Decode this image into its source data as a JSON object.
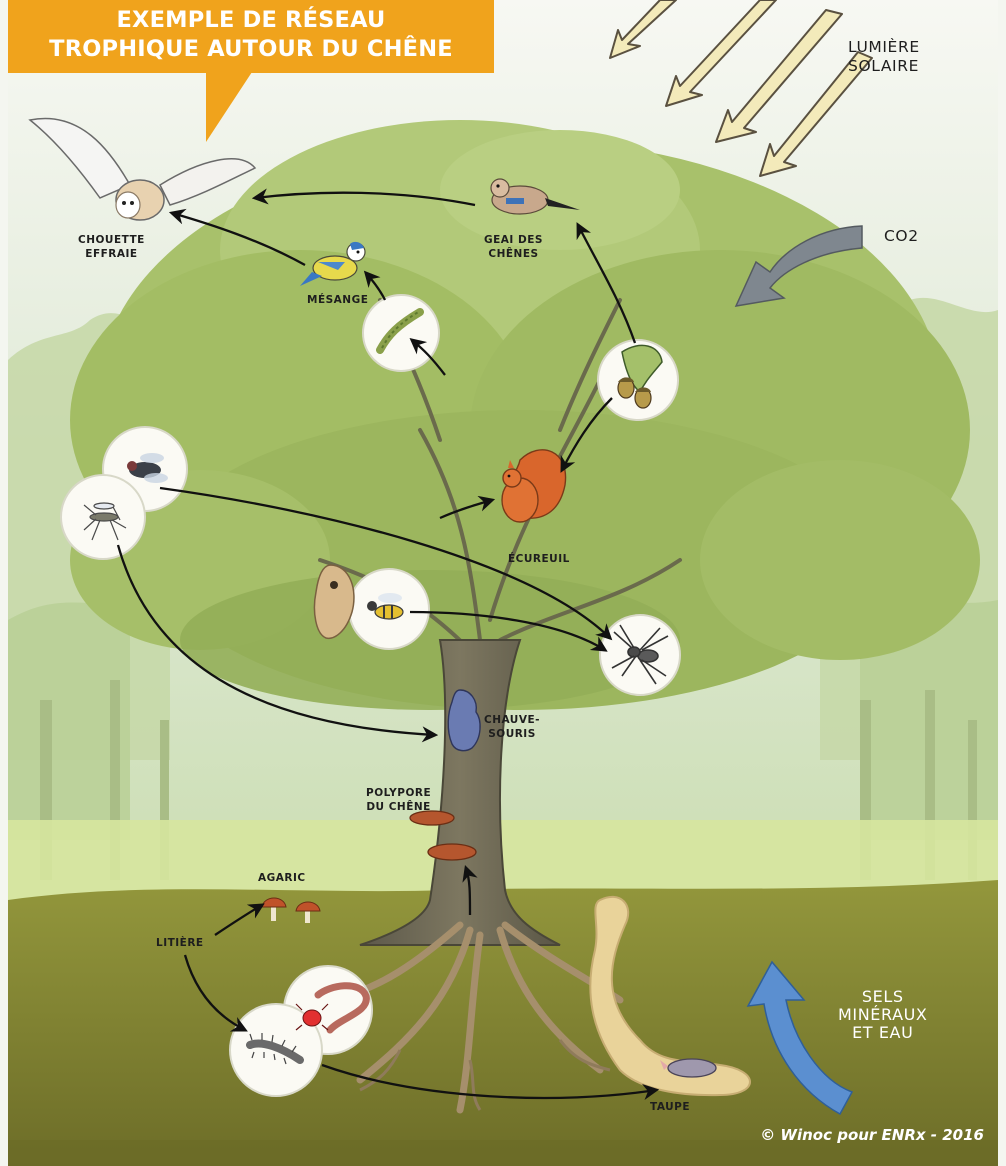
{
  "title": {
    "line1": "EXEMPLE DE RÉSEAU",
    "line2": "TROPHIQUE AUTOUR DU CHÊNE"
  },
  "inputs": {
    "light": {
      "line1": "LUMIÈRE",
      "line2": "SOLAIRE"
    },
    "co2": "CO2",
    "minerals": {
      "line1": "SELS",
      "line2": "MINÉRAUX",
      "line3": "ET EAU"
    }
  },
  "labels": {
    "owl": {
      "line1": "CHOUETTE",
      "line2": "EFFRAIE"
    },
    "jay": {
      "line1": "GEAI DES",
      "line2": "CHÊNES"
    },
    "tit": "MÉSANGE",
    "squirrel": "ÉCUREUIL",
    "bat": {
      "line1": "CHAUVE-",
      "line2": "SOURIS"
    },
    "polypore": {
      "line1": "POLYPORE",
      "line2": "DU CHÊNE"
    },
    "agaric": "AGARIC",
    "litter": "LITIÈRE",
    "mole": "TAUPE"
  },
  "credit": "© Winoc pour ENRx - 2016",
  "colors": {
    "title_bg": "#f0a31c",
    "sky": "#dfe9d6",
    "foliage": "#a9c36a",
    "trunk": "#6f6a54",
    "soil": "#8a8a3a",
    "light_rays": "#f3eaba",
    "co2_arrow": "#808890",
    "water_arrow": "#5b8fd0"
  },
  "icons": [
    "owl-icon",
    "jay-icon",
    "blue-tit-icon",
    "caterpillar-icon",
    "acorn-leaf-icon",
    "squirrel-icon",
    "fly-icon",
    "mosquito-icon",
    "wasp-icon",
    "wasp-nest-icon",
    "spider-icon",
    "bat-icon",
    "polypore-icon",
    "agaric-mushroom-icon",
    "earthworm-icon",
    "mite-icon",
    "millipede-icon",
    "mole-icon"
  ]
}
